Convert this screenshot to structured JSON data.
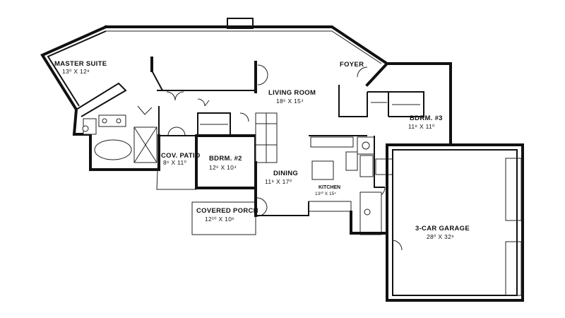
{
  "rooms": {
    "master_suite": {
      "name": "MASTER SUITE",
      "dims": "13⁰ X 12⁸"
    },
    "foyer": {
      "name": "FOYER"
    },
    "living_room": {
      "name": "LIVING ROOM",
      "dims": "18⁶ X 15⁴"
    },
    "bdrm3": {
      "name": "BDRM. #3",
      "dims": "11⁸ X 11⁰"
    },
    "cov_patio": {
      "name": "COV. PATIO",
      "dims": "8⁶ X 11⁰"
    },
    "bdrm2": {
      "name": "BDRM. #2",
      "dims": "12⁶ X 10⁴"
    },
    "dining": {
      "name": "DINING",
      "dims": "11⁸ X 17⁰"
    },
    "kitchen": {
      "name": "KITCHEN",
      "dims": "13¹⁰ X 15⁴"
    },
    "covered_porch": {
      "name": "COVERED PORCH",
      "dims": "12¹⁰ X 10⁶"
    },
    "garage": {
      "name": "3-CAR GARAGE",
      "dims": "28⁰ X 32⁸"
    }
  }
}
